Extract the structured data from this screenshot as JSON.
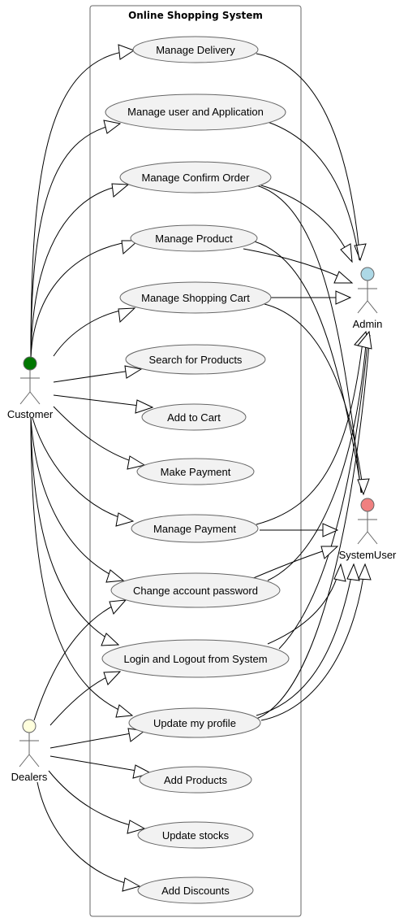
{
  "system": {
    "title": "Online Shopping System"
  },
  "colors": {
    "customer_head": "#007700",
    "admin_head": "#add8e6",
    "systemuser_head": "#f08080",
    "dealers_head": "#ffffdd"
  },
  "actors": {
    "customer": "Customer",
    "admin": "Admin",
    "systemuser": "SystemUser",
    "dealers": "Dealers"
  },
  "usecases": {
    "manage_delivery": "Manage Delivery",
    "manage_user": "Manage user and Application",
    "manage_confirm": "Manage Confirm Order",
    "manage_product": "Manage Product",
    "manage_cart": "Manage Shopping Cart",
    "search_products": "Search for Products",
    "add_to_cart": "Add to Cart",
    "make_payment": "Make Payment",
    "manage_payment": "Manage Payment",
    "change_password": "Change account password",
    "login_logout": "Login and Logout from System",
    "update_profile": "Update my profile",
    "add_products": "Add Products",
    "update_stocks": "Update stocks",
    "add_discounts": "Add Discounts"
  }
}
